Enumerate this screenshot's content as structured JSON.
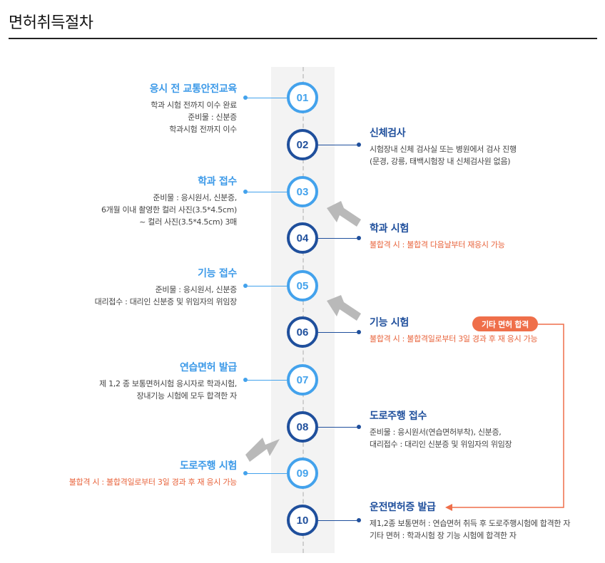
{
  "title": "면허취득절차",
  "badge": "기타 면허 합격",
  "steps": [
    {
      "num": "01",
      "title": "응시 전 교통안전교육",
      "lines": [
        "학과 시험 전까지 이수 완료",
        "준비물 : 신분증",
        "학과시험 전까지 이수"
      ]
    },
    {
      "num": "02",
      "title": "신체검사",
      "lines": [
        "시험장내 신체 검사실 또는 병원에서 검사 진행",
        "(문경, 강릉, 태백시험장 내 신체검사원 없음)"
      ]
    },
    {
      "num": "03",
      "title": "학과 접수",
      "lines": [
        "준비물 : 응시원서, 신분증,",
        "6개월 이내 촬영한 컬러 사진(3.5*4.5cm)",
        "~ 컬러 사진(3.5*4.5cm) 3매"
      ]
    },
    {
      "num": "04",
      "title": "학과 시험",
      "lines": [
        "불합격 시 : 불합격 다음날부터 재응시 가능"
      ]
    },
    {
      "num": "05",
      "title": "기능 접수",
      "lines": [
        "준비물 : 응시원서, 신분증",
        "대리접수 : 대리인 신분증 및 위임자의 위임장"
      ]
    },
    {
      "num": "06",
      "title": "기능 시험",
      "lines": [
        "불합격 시 : 불합격일로부터 3일 경과 후 재 응시 가능"
      ]
    },
    {
      "num": "07",
      "title": "연습면허 발급",
      "lines": [
        "제 1,2 종 보통면허시험 응시자로 학과시험,",
        "장내기능 시험에 모두 합격한 자"
      ]
    },
    {
      "num": "08",
      "title": "도로주행 접수",
      "lines": [
        "준비물 : 응시원서(연습면허부착), 신분증,",
        "대리접수 : 대리인 신분증 및 위임자의 위임장"
      ]
    },
    {
      "num": "09",
      "title": "도로주행 시험",
      "lines": [
        "불합격 시 : 불합격일로부터 3일 경과 후 재 응시 가능"
      ]
    },
    {
      "num": "10",
      "title": "운전면허증 발급",
      "lines": [
        "제1,2종 보통면허 : 연습면허 취득 후 도로주행시험에 합격한 자",
        "기타 면허 : 학과시험 장 기능 시험에 합격한 자"
      ]
    }
  ]
}
